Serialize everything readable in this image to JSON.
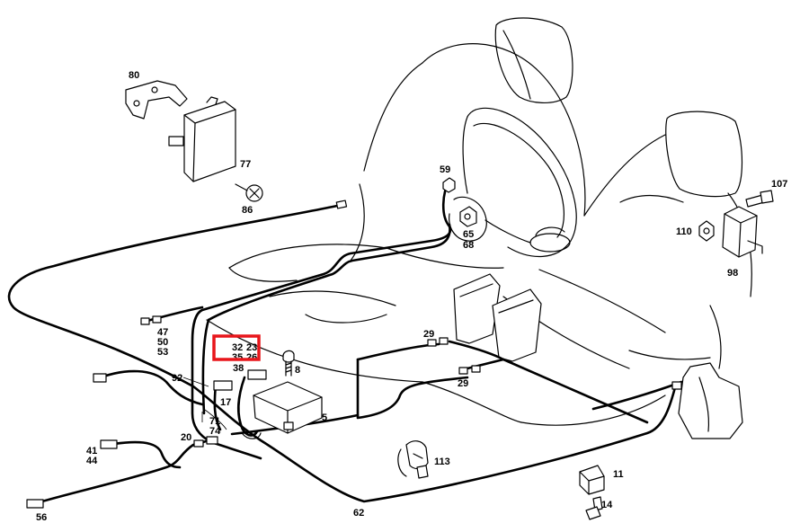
{
  "diagram": {
    "highlight_color": "#e8161b",
    "labels": {
      "l80": "80",
      "l77": "77",
      "l86": "86",
      "l59": "59",
      "l107": "107",
      "l65": "65",
      "l68": "68",
      "l110": "110",
      "l98": "98",
      "l47": "47",
      "l50": "50",
      "l53": "53",
      "l32": "32",
      "l23": "23",
      "l35": "35",
      "l26": "26",
      "l38": "38",
      "l8": "8",
      "l29a": "29",
      "l29b": "29",
      "l92": "92",
      "l17": "17",
      "l5": "5",
      "l71": "71",
      "l74": "74",
      "l20": "20",
      "l41": "41",
      "l44": "44",
      "l113": "113",
      "l11": "11",
      "l14": "14",
      "l56": "56",
      "l62": "62"
    }
  }
}
